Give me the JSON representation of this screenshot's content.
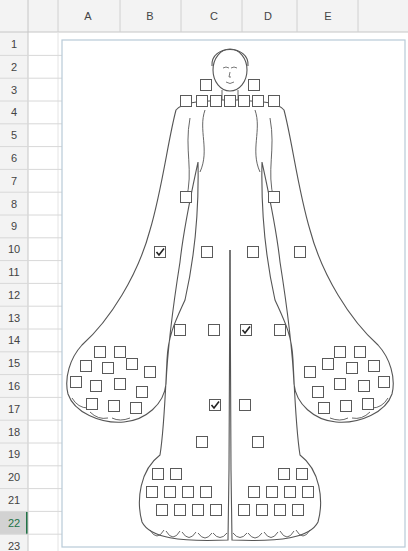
{
  "diagram": {
    "labels": [
      "A",
      "B",
      "C",
      "D",
      "E",
      "1",
      "2",
      "3",
      "4",
      "5",
      "6",
      "7",
      "8",
      "9",
      "10",
      "11",
      "12",
      "13",
      "14",
      "15",
      "16",
      "17",
      "18",
      "19",
      "20",
      "21",
      "22",
      "23"
    ]
  }
}
